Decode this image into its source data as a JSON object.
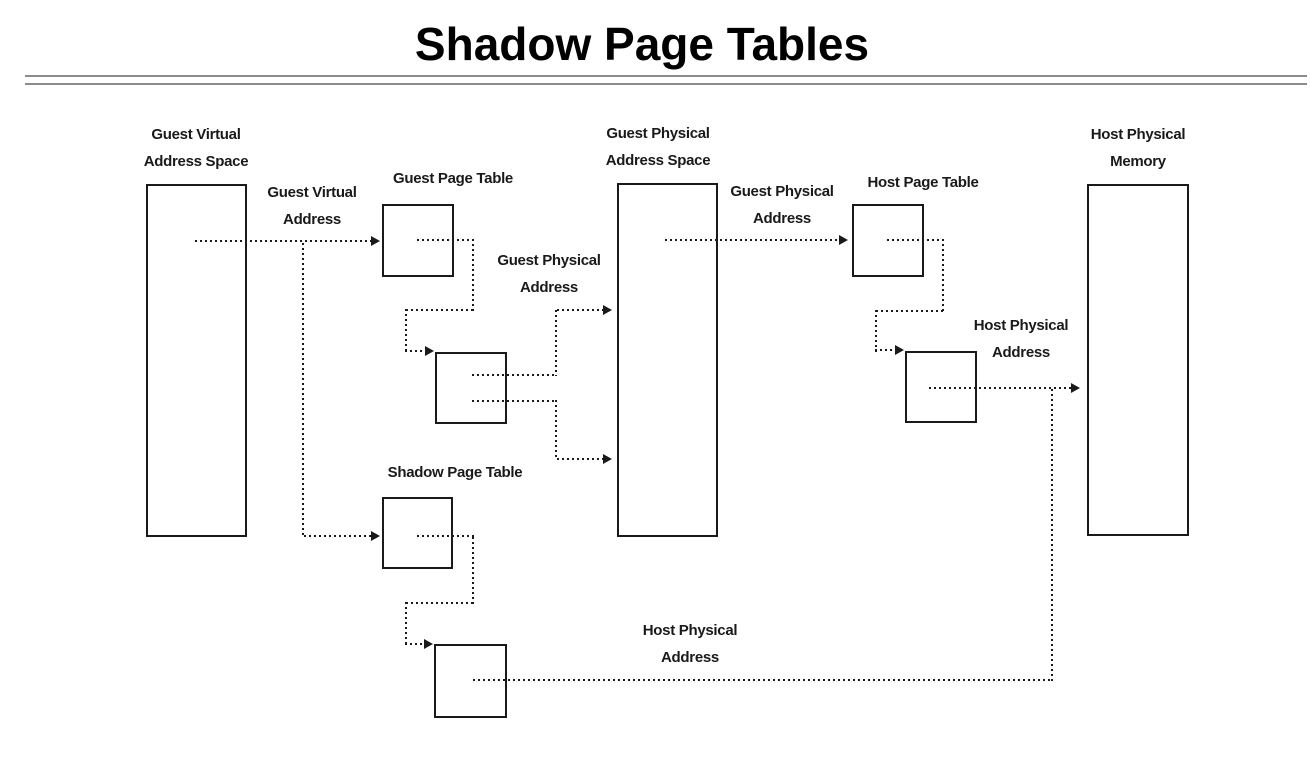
{
  "title": "Shadow Page Tables",
  "colors": {
    "ink": "#1a1a1a",
    "rule": "#8c8c8c",
    "background": "#ffffff"
  },
  "nodes": {
    "guest_virtual_space": "Guest Virtual\nAddress Space",
    "guest_page_table": "Guest Page Table",
    "guest_physical_space": "Guest Physical\nAddress Space",
    "host_page_table": "Host Page Table",
    "host_physical_memory": "Host Physical\nMemory",
    "shadow_page_table": "Shadow Page Table"
  },
  "edges": {
    "guest_virtual_address": "Guest Virtual\nAddress",
    "guest_physical_address_from_table": "Guest Physical\nAddress",
    "guest_physical_address_to_host": "Guest Physical\nAddress",
    "host_physical_address_upper": "Host Physical\nAddress",
    "host_physical_address_lower": "Host Physical\nAddress"
  }
}
